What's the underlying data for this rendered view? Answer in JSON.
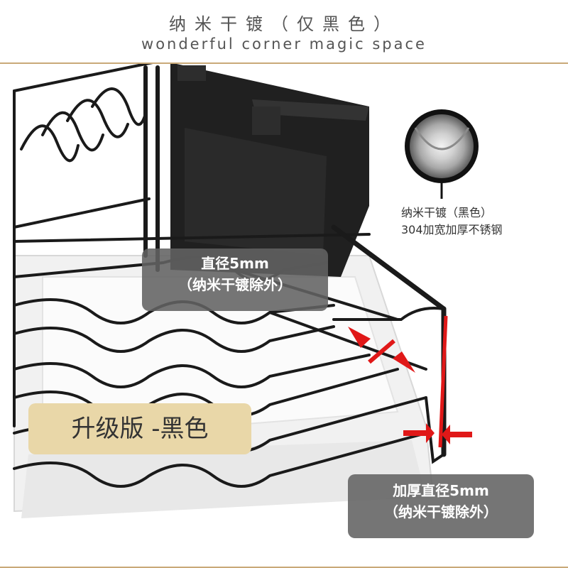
{
  "header": {
    "title": "纳米干镀（仅黑色）",
    "subtitle": "wonderful corner magic space"
  },
  "callouts": {
    "diameter": {
      "line1": "直径5mm",
      "line2": "（纳米干镀除外）"
    },
    "thickened": {
      "line1": "加厚直径5mm",
      "line2": "（纳米干镀除外）"
    }
  },
  "badge": {
    "label": "升级版 -黑色"
  },
  "material": {
    "line1": "纳米干镀（黑色）",
    "line2": "304加宽加厚不锈钢"
  },
  "colors": {
    "gold": "#c9a978",
    "badge_bg": "#e9d7a8",
    "callout_bg": "#626262",
    "arrow_red": "#e01818",
    "wire": "#1a1a1a"
  }
}
